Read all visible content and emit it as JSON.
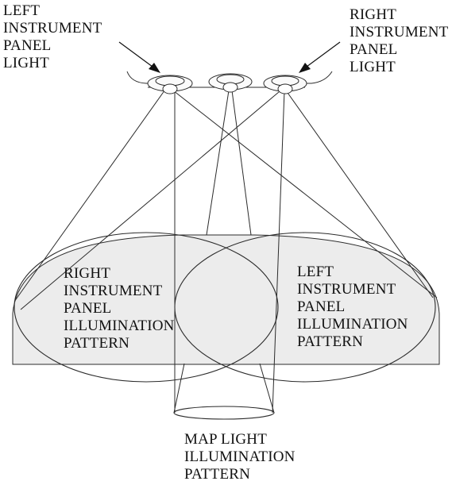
{
  "labels": {
    "left_light": [
      "LEFT",
      "INSTRUMENT",
      "PANEL",
      "LIGHT"
    ],
    "right_light": [
      "RIGHT",
      "INSTRUMENT",
      "PANEL",
      "LIGHT"
    ],
    "right_pattern": [
      "RIGHT",
      "INSTRUMENT",
      "PANEL",
      "ILLUMINATION",
      "PATTERN"
    ],
    "left_pattern": [
      "LEFT",
      "INSTRUMENT",
      "PANEL",
      "ILLUMINATION",
      "PATTERN"
    ],
    "map_pattern": [
      "MAP LIGHT",
      "ILLUMINATION",
      "PATTERN"
    ]
  }
}
